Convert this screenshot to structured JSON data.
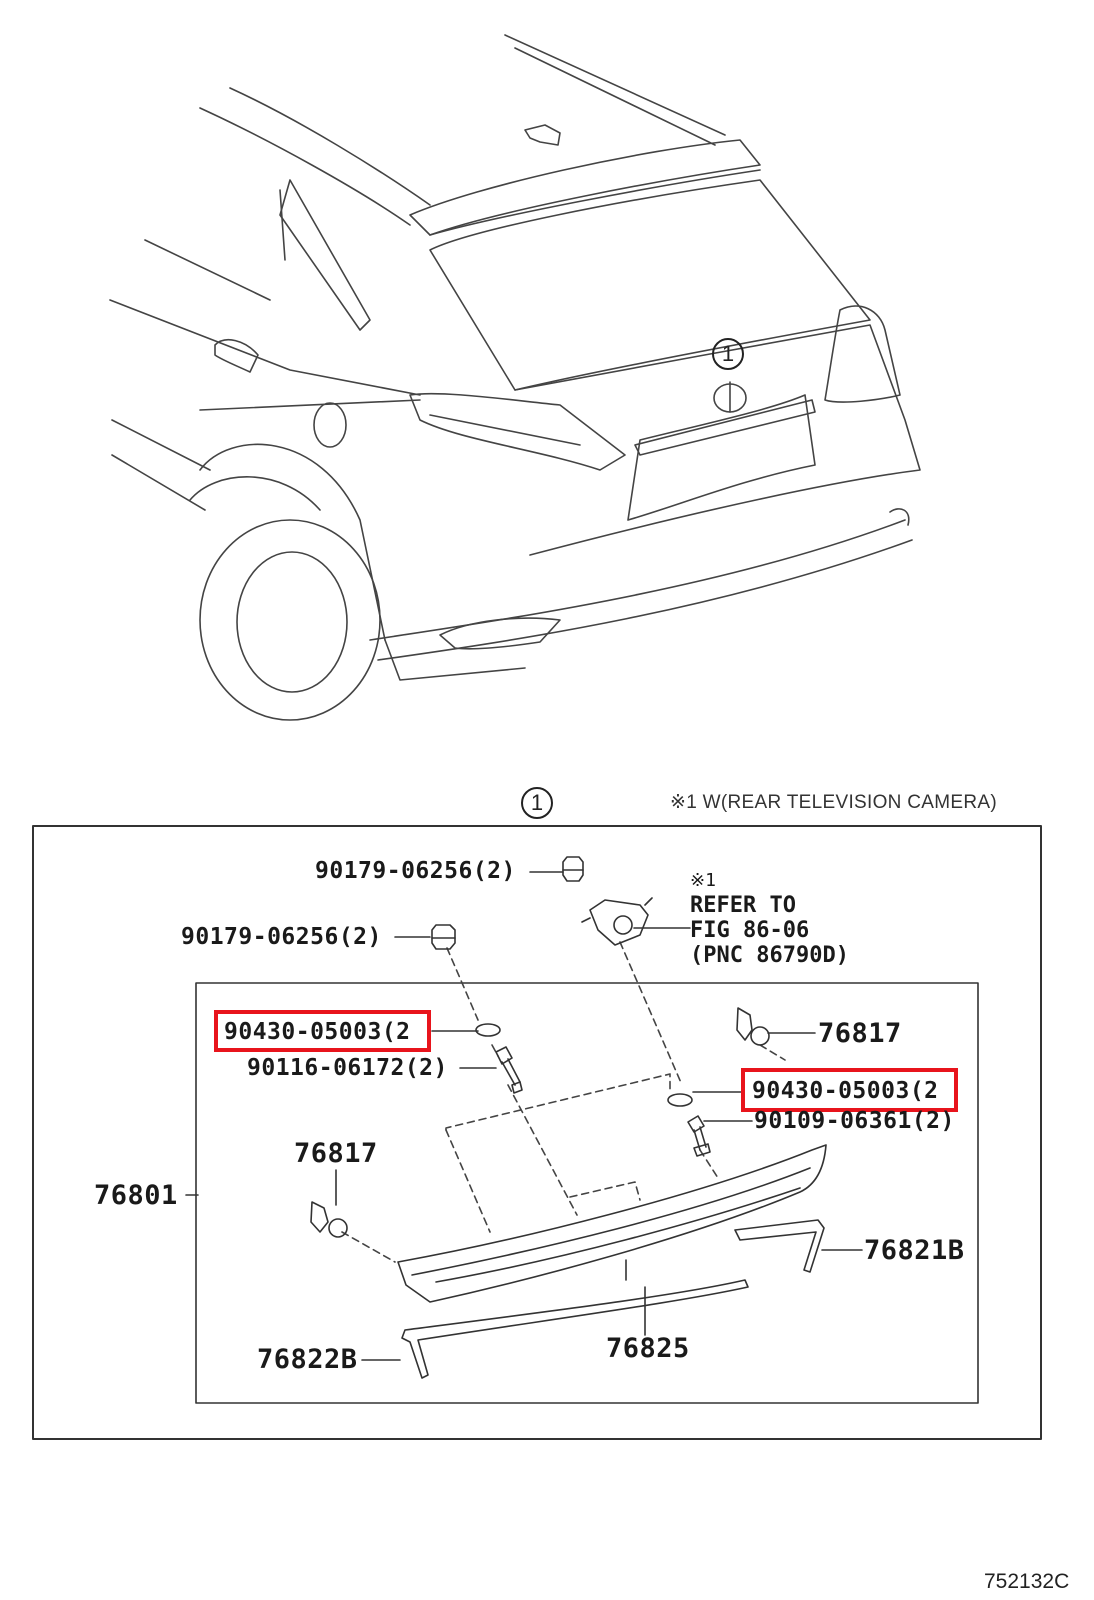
{
  "callout_marker": "1",
  "note": "※1 W(REAR TELEVISION CAMERA)",
  "refer": {
    "mark": "※1",
    "line1": "REFER TO",
    "line2": "FIG 86-06",
    "line3": "(PNC 86790D)"
  },
  "parts": {
    "nut_a": "90179-06256(2)",
    "nut_b": "90179-06256(2)",
    "washer_left": "90430-05003(2",
    "bolt_left": "90116-06172(2)",
    "washer_right": "90430-05003(2",
    "bolt_right": "90109-06361(2)",
    "clip_right": "76817",
    "clip_left": "76817",
    "garnish_assy": "76801",
    "seal_right": "76821B",
    "seal_left": "76822B",
    "garnish_sub": "76825"
  },
  "highlight_color": "#e8141c",
  "figure_id": "752132C"
}
